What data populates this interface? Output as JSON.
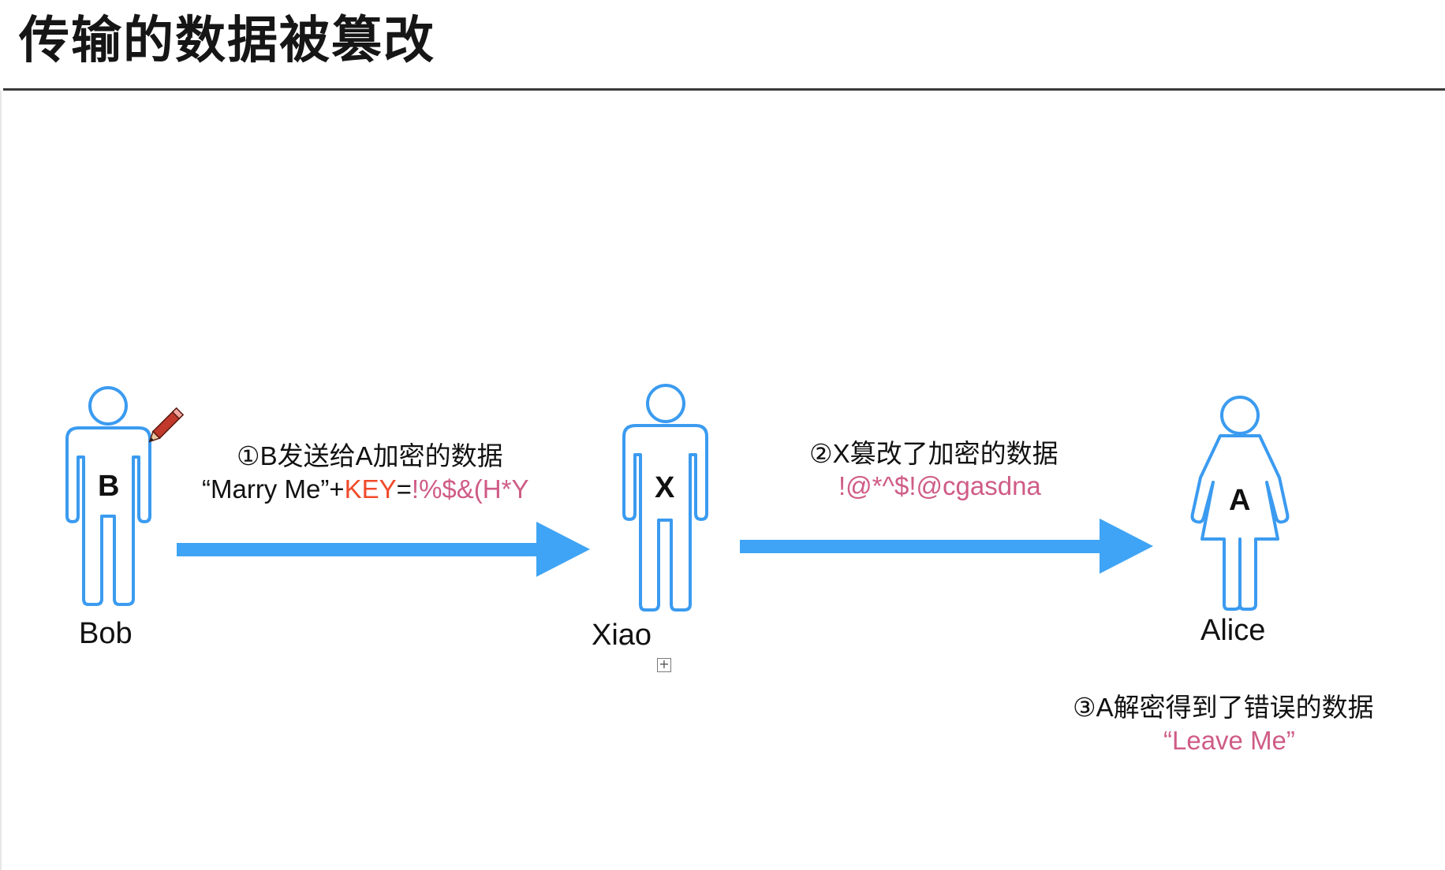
{
  "title": "传输的数据被篡改",
  "actors": {
    "bob": {
      "badge": "B",
      "name": "Bob"
    },
    "xiao": {
      "badge": "X",
      "name": "Xiao"
    },
    "alice": {
      "badge": "A",
      "name": "Alice"
    }
  },
  "step1": {
    "label": "①B发送给A加密的数据",
    "message_prefix": "“Marry Me”+",
    "key": "KEY",
    "equals": "=",
    "cipher": "!%$&(H*Y"
  },
  "step2": {
    "label": "②X篡改了加密的数据",
    "cipher": "!@*^$!@cgasdna"
  },
  "step3": {
    "label": "③A解密得到了错误的数据",
    "result": "“Leave Me”"
  },
  "colors": {
    "figure_stroke": "#3b9bf0",
    "arrow": "#3fa4f5",
    "cipher_text": "#cf5c86",
    "key_text": "#f04a2a"
  },
  "icons": {
    "pencil": "pencil-icon",
    "expand": "expand-icon"
  }
}
